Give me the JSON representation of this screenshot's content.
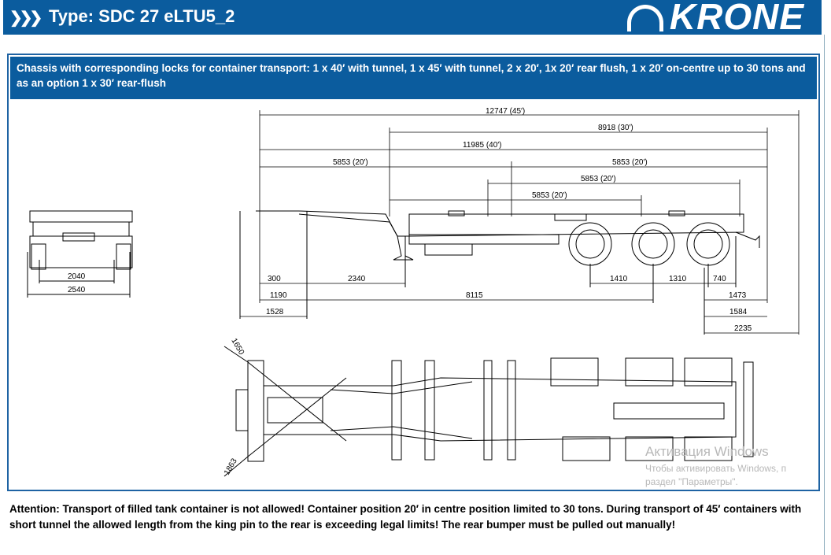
{
  "header": {
    "title": "Type: SDC 27 eLTU5_2",
    "logo": "KRONE",
    "brand_color": "#0b5c9e"
  },
  "description": "Chassis with corresponding locks for container transport: 1 x 40′ with tunnel, 1 x 45′ with tunnel, 2 x 20′, 1x 20′ rear flush, 1 x 20′ on-centre up to 30 tons and as an option 1 x 30′ rear-flush",
  "dimensions": {
    "top": [
      "12747  (45′)",
      "8918  (30′)",
      "11985  (40′)",
      "5853  (20′)",
      "5853  (20′)",
      "5853  (20′)",
      "5853  (20′)"
    ],
    "bottom": [
      "300",
      "2340",
      "1410",
      "1310",
      "740",
      "1190",
      "8115",
      "1473",
      "1528",
      "1584",
      "2235"
    ],
    "front": [
      "2040",
      "2540"
    ],
    "plan": [
      "1650",
      "1863"
    ]
  },
  "attention": "Attention: Transport of filled tank container is not allowed! Container position 20′ in centre position limited to 30 tons. During transport of 45′ containers with short tunnel the allowed length from the king pin to the rear is exceeding legal limits! The rear bumper must be pulled out manually!",
  "watermark": {
    "line1": "Активация Windows",
    "line2": "Чтобы активировать Windows, п",
    "line3": "раздел \"Параметры\"."
  }
}
